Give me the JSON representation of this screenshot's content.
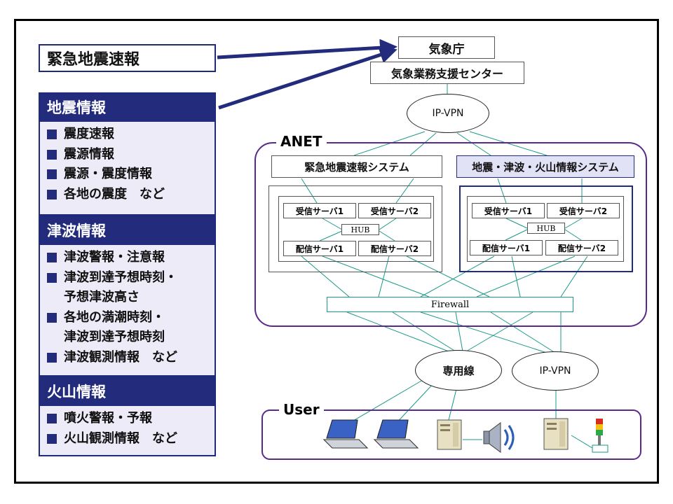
{
  "eew_label": "緊急地震速報",
  "panels": [
    {
      "title": "地震情報",
      "items": [
        {
          "text": "震度速報",
          "bullet": true
        },
        {
          "text": "震源情報",
          "bullet": true
        },
        {
          "text": "震源・震度情報",
          "bullet": true
        },
        {
          "text": "各地の震度　など",
          "bullet": true
        }
      ]
    },
    {
      "title": "津波情報",
      "items": [
        {
          "text": "津波警報・注意報",
          "bullet": true
        },
        {
          "text": "津波到達予想時刻・",
          "bullet": true
        },
        {
          "text": "予想津波高さ",
          "bullet": false
        },
        {
          "text": "各地の満潮時刻・",
          "bullet": true
        },
        {
          "text": "津波到達予想時刻",
          "bullet": false
        },
        {
          "text": "津波観測情報　など",
          "bullet": true
        }
      ]
    },
    {
      "title": "火山情報",
      "items": [
        {
          "text": "噴火警報・予報",
          "bullet": true
        },
        {
          "text": "火山観測情報　など",
          "bullet": true
        }
      ]
    }
  ],
  "jma": "気象庁",
  "jma_support": "気象業務支援センター",
  "ipvpn_top": "IP-VPN",
  "anet_label": "ANET",
  "system1": {
    "title": "緊急地震速報システム",
    "recv1": "受信サーバ1",
    "recv2": "受信サーバ2",
    "hub": "HUB",
    "dist1": "配信サーバ1",
    "dist2": "配信サーバ2"
  },
  "system2": {
    "title": "地震・津波・火山情報システム",
    "recv1": "受信サーバ1",
    "recv2": "受信サーバ2",
    "hub": "HUB",
    "dist1": "配信サーバ1",
    "dist2": "配信サーバ2"
  },
  "firewall": "Firewall",
  "dedicated_line": "専用線",
  "ipvpn_bottom": "IP-VPN",
  "user_label": "User",
  "colors": {
    "navy": "#232b7d",
    "purple": "#5a2a8a",
    "teal": "#1a9a88"
  },
  "user_devices": [
    "laptop-icon",
    "laptop-icon",
    "server-icon",
    "speaker-icon",
    "server-icon",
    "signal-tower-icon"
  ]
}
